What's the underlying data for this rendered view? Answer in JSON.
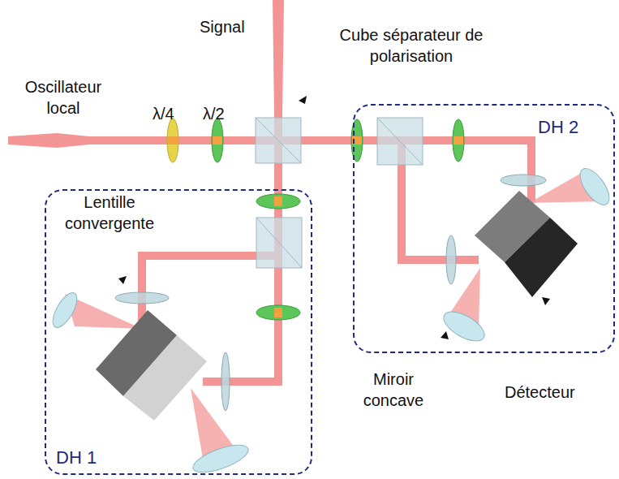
{
  "diagram": {
    "nodes": [
      {
        "text": [
          "DH 2"
        ]
      },
      {
        "text": [
          "DH 1"
        ]
      }
    ],
    "labels": [
      "Signal",
      "Cube séparateur de polarisation",
      "Oscillateur local",
      "λ/4",
      "λ/2",
      "Lentille convergente",
      "Miroir concave",
      "Détecteur"
    ]
  }
}
